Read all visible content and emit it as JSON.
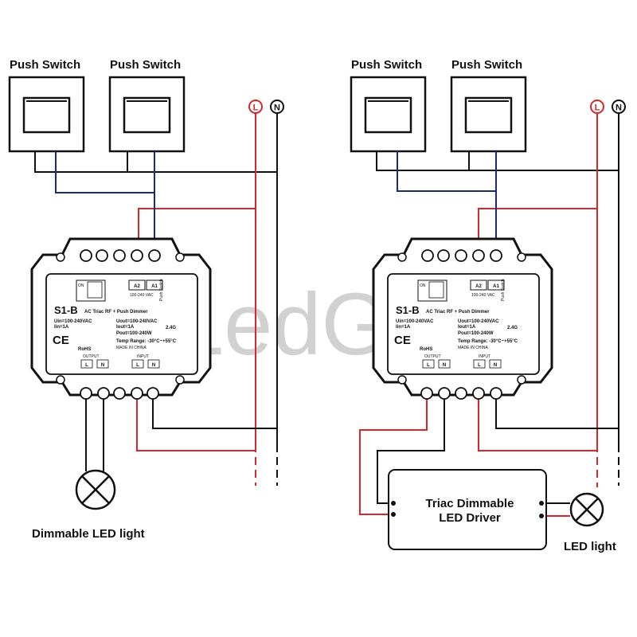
{
  "colors": {
    "live": "#d62828",
    "switch_wire": "#1c2a78",
    "neutral": "#111111",
    "outline": "#111111",
    "watermark": "#9a9a9a"
  },
  "watermark": "LedGo",
  "left": {
    "switch1": "Push Switch",
    "switch2": "Push Switch",
    "live_mark": "L",
    "neutral_mark": "N",
    "load_label": "Dimmable LED light",
    "module": {
      "model": "S1-B",
      "desc": "AC Triac RF + Push Dimmer",
      "uin": "Uin=100-240VAC",
      "iin": "Iin=1A",
      "uout": "Uout=100-240VAC",
      "iout": "Iout=1A",
      "pout": "Pout=100-240W",
      "temp": "Temp Range: -30°C~+55°C",
      "made": "MADE IN CHINA",
      "rf": "2.4G",
      "ce": "CE",
      "rohs": "RoHS",
      "a2": "A2",
      "a1": "A1",
      "push": "Push Switch",
      "vac": "100-240 VAC",
      "on": "ON",
      "output": "OUTPUT",
      "input": "INPUT",
      "t_l1": "L",
      "t_n1": "N",
      "t_l2": "L",
      "t_n2": "N"
    }
  },
  "right": {
    "switch1": "Push Switch",
    "switch2": "Push Switch",
    "live_mark": "L",
    "neutral_mark": "N",
    "driver_line1": "Triac Dimmable",
    "driver_line2": "LED Driver",
    "load_label": "LED light",
    "module": {
      "model": "S1-B",
      "desc": "AC Triac RF + Push Dimmer",
      "uin": "Uin=100-240VAC",
      "iin": "Iin=1A",
      "uout": "Uout=100-240VAC",
      "iout": "Iout=1A",
      "pout": "Pout=100-240W",
      "temp": "Temp Range: -30°C~+55°C",
      "made": "MADE IN CHINA",
      "rf": "2.4G",
      "ce": "CE",
      "rohs": "RoHS",
      "a2": "A2",
      "a1": "A1",
      "push": "Push Switch",
      "vac": "100-240 VAC",
      "on": "ON",
      "output": "OUTPUT",
      "input": "INPUT",
      "t_l1": "L",
      "t_n1": "N",
      "t_l2": "L",
      "t_n2": "N"
    }
  }
}
